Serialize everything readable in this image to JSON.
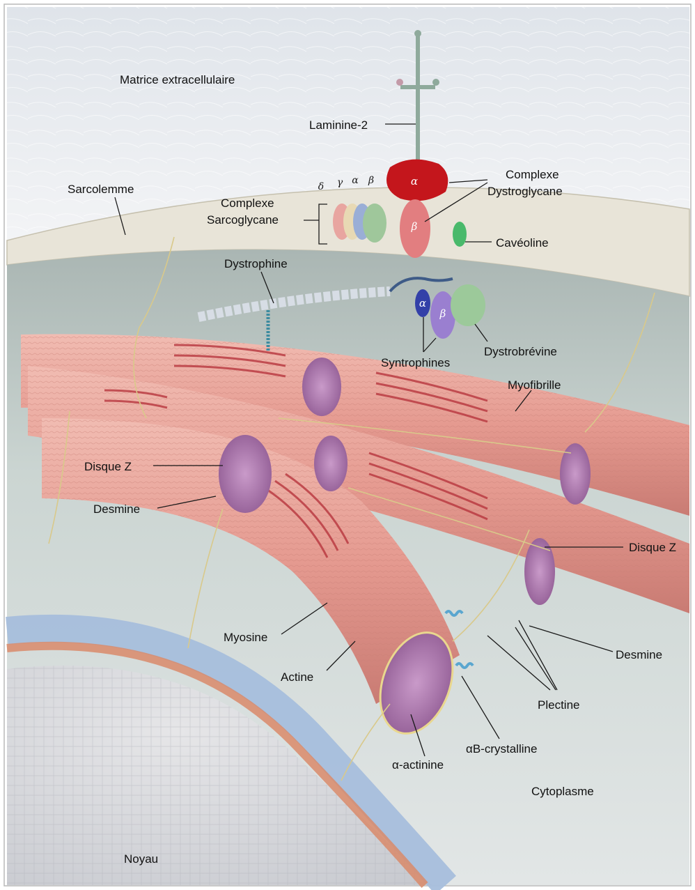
{
  "labels": {
    "matrice": "Matrice extracellulaire",
    "laminine": "Laminine-2",
    "sarcolemme": "Sarcolemme",
    "complexe_dystroglycane_1": "Complexe",
    "complexe_dystroglycane_2": "Dystroglycane",
    "complexe_sarcoglycane_1": "Complexe",
    "complexe_sarcoglycane_2": "Sarcoglycane",
    "caveoline": "Cavéoline",
    "dystrophine": "Dystrophine",
    "syntrophines": "Syntrophines",
    "dystrobrevine": "Dystrobrévine",
    "myofibrille": "Myofibrille",
    "disque_z_left": "Disque Z",
    "desmine_left": "Desmine",
    "disque_z_right": "Disque Z",
    "desmine_right": "Desmine",
    "myosine": "Myosine",
    "actine": "Actine",
    "plectine": "Plectine",
    "ab_crystalline": "αB-crystalline",
    "alpha_actinine": "α-actinine",
    "cytoplasme": "Cytoplasme",
    "noyau": "Noyau"
  },
  "protein_glyphs": {
    "dg_alpha": "α",
    "dg_beta": "β",
    "sg_delta": "δ",
    "sg_gamma": "γ",
    "sg_alpha": "α",
    "sg_beta": "β",
    "syn_alpha": "α",
    "syn_beta": "β"
  },
  "colors": {
    "matrix": "#e9edf2",
    "membrane": "#e6e2d4",
    "cytoplasm": "#cfd8d5",
    "myofibril": "#e9a69c",
    "myosin_band": "#b8383f",
    "z_disc": "#b783b8",
    "nucleus_envelope": "#a9bfdc",
    "alpha_dystroglycan": "#c4161c",
    "beta_dystroglycan": "#e17878"
  }
}
